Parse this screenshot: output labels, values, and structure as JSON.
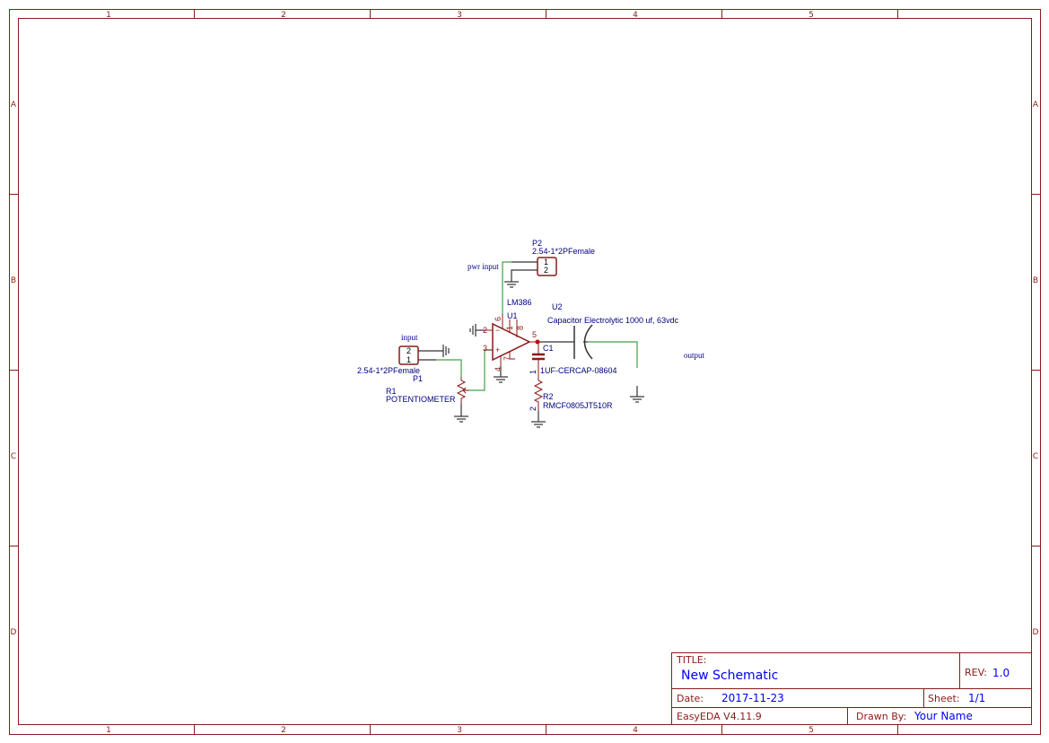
{
  "frame": {
    "columns": [
      "1",
      "2",
      "3",
      "4",
      "5"
    ],
    "rows": [
      "A",
      "B",
      "C",
      "D"
    ]
  },
  "title_block": {
    "title_label": "TITLE:",
    "title": "New Schematic",
    "rev_label": "REV:",
    "rev": "1.0",
    "date_label": "Date:",
    "date": "2017-11-23",
    "sheet_label": "Sheet:",
    "sheet": "1/1",
    "software": "EasyEDA V4.11.9",
    "drawn_by_label": "Drawn By:",
    "drawn_by": "Your Name"
  },
  "parts": {
    "p2": {
      "ref": "P2",
      "value": "2.54-1*2PFemale",
      "pins": [
        "1",
        "2"
      ]
    },
    "p1": {
      "ref": "P1",
      "value": "2.54-1*2PFemale",
      "pins": [
        "2",
        "1"
      ]
    },
    "u1": {
      "ref": "U1",
      "value": "LM386",
      "pins": [
        "6",
        "2",
        "3",
        "4",
        "5",
        "1",
        "8",
        "7"
      ],
      "minus": "−",
      "plus": "+"
    },
    "u2": {
      "ref": "U2",
      "value": "Capacitor Electrolytic 1000 uf, 63vdc"
    },
    "c1": {
      "ref": "C1",
      "value": "1UF-CERCAP-08604"
    },
    "r1": {
      "ref": "R1",
      "value": "POTENTIOMETER"
    },
    "r2": {
      "ref": "R2",
      "value": "RMCF0805JT510R",
      "pins": [
        "1",
        "2"
      ]
    }
  },
  "nets": {
    "pwr_input": "pwr input",
    "input": "input",
    "output": "output"
  },
  "colors": {
    "frame": "#8b1a1a",
    "wire": "#43a047",
    "part_text": "#000080",
    "title_value": "#0000ff"
  }
}
